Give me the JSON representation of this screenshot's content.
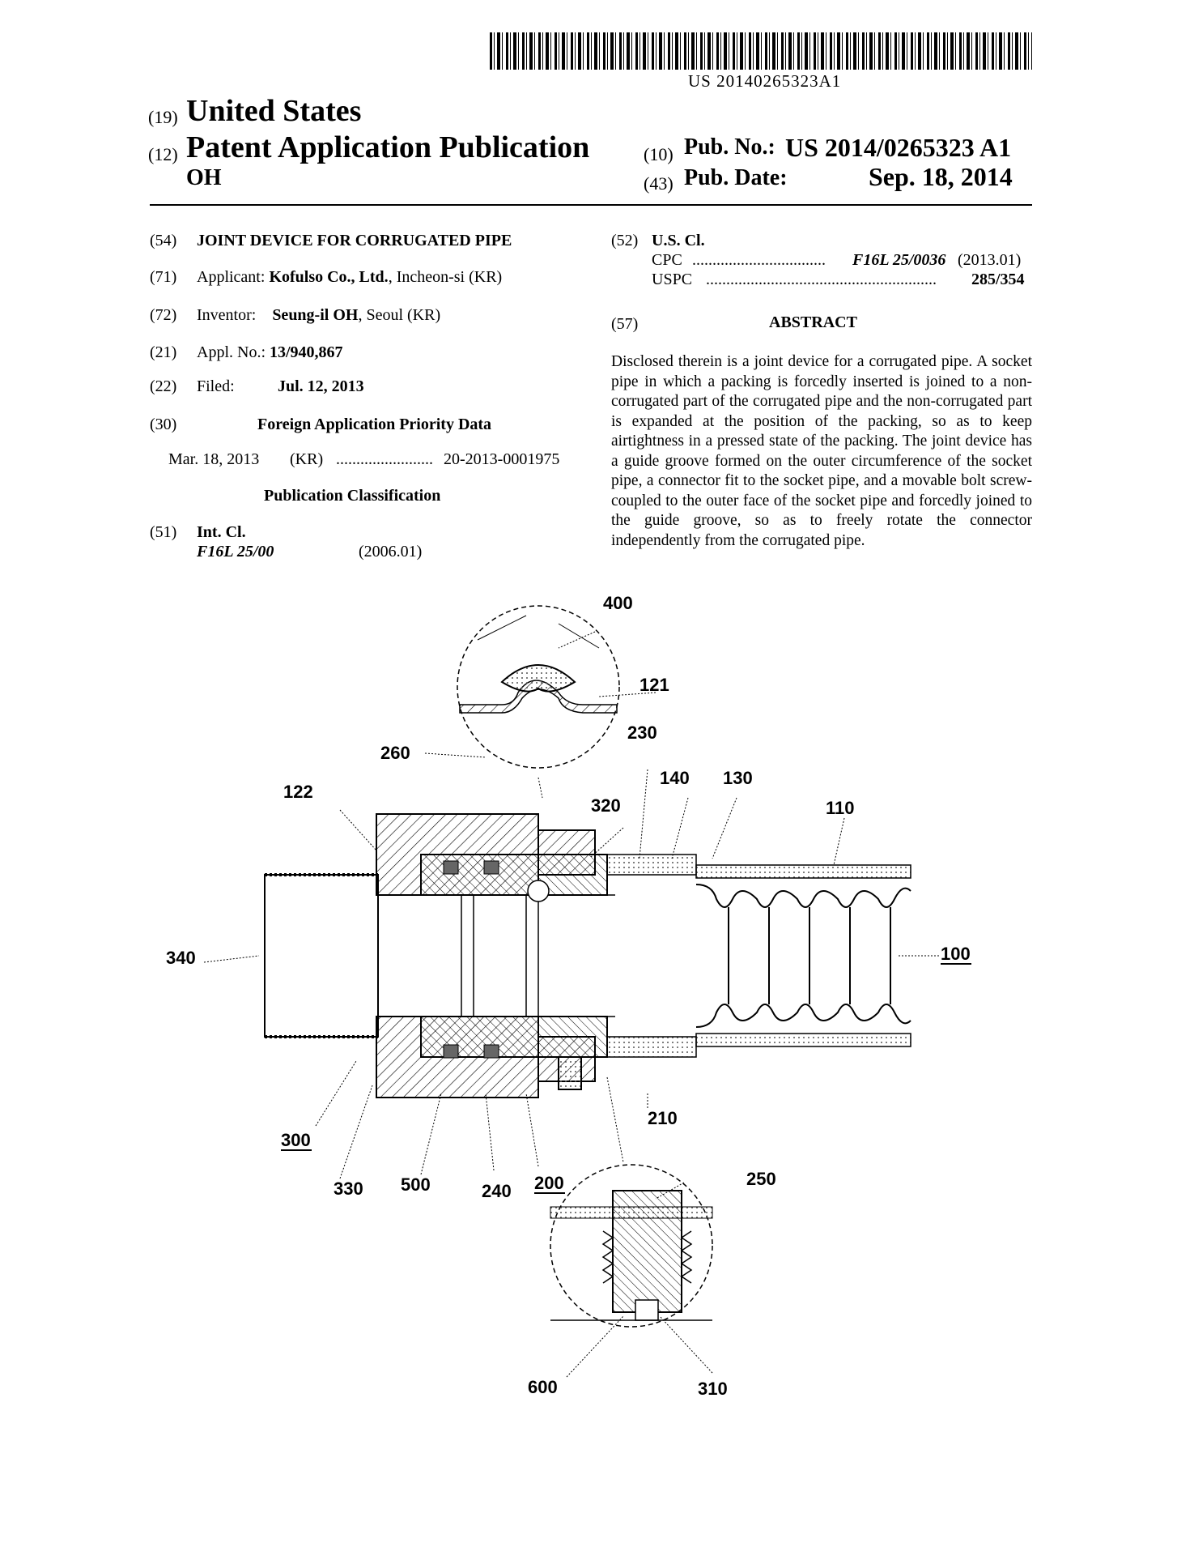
{
  "header": {
    "barcode_number": "US 20140265323A1",
    "country_code": "(19)",
    "country": "United States",
    "type_code": "(12)",
    "type": "Patent Application Publication",
    "inventor_name": "OH",
    "pubno_code": "(10)",
    "pubno_label": "Pub. No.:",
    "pubno_value": "US 2014/0265323 A1",
    "pubdate_code": "(43)",
    "pubdate_label": "Pub. Date:",
    "pubdate_value": "Sep. 18, 2014"
  },
  "left": {
    "title_code": "(54)",
    "title": "JOINT DEVICE FOR CORRUGATED PIPE",
    "applicant_code": "(71)",
    "applicant_label": "Applicant:",
    "applicant_name": "Kofulso Co., Ltd.",
    "applicant_loc": ", Incheon-si (KR)",
    "inventor_code": "(72)",
    "inventor_label": "Inventor:",
    "inventor_name": "Seung-il OH",
    "inventor_loc": ", Seoul (KR)",
    "appl_code": "(21)",
    "appl_label": "Appl. No.:",
    "appl_value": "13/940,867",
    "filed_code": "(22)",
    "filed_label": "Filed:",
    "filed_value": "Jul. 12, 2013",
    "foreign_code": "(30)",
    "foreign_heading": "Foreign Application Priority Data",
    "priority_date": "Mar. 18, 2013",
    "priority_country": "(KR)",
    "priority_dots": "........................",
    "priority_number": "20-2013-0001975",
    "pubclass_heading": "Publication Classification",
    "intcl_code": "(51)",
    "intcl_label": "Int. Cl.",
    "intcl_class": "F16L 25/00",
    "intcl_year": "(2006.01)"
  },
  "right": {
    "uscl_code": "(52)",
    "uscl_label": "U.S. Cl.",
    "cpc_label": "CPC",
    "cpc_dots": ".................................",
    "cpc_class": "F16L 25/0036",
    "cpc_year": "(2013.01)",
    "uspc_label": "USPC",
    "uspc_dots": ".........................................................",
    "uspc_value": "285/354",
    "abstract_code": "(57)",
    "abstract_heading": "ABSTRACT",
    "abstract_text": "Disclosed therein is a joint device for a corrugated pipe. A socket pipe in which a packing is forcedly inserted is joined to a non-corrugated part of the corrugated pipe and the non-corrugated part is expanded at the position of the packing, so as to keep airtightness in a pressed state of the packing. The joint device has a guide groove formed on the outer circumference of the socket pipe, a connector fit to the socket pipe, and a movable bolt screw-coupled to the outer face of the socket pipe and forcedly joined to the guide groove, so as to freely rotate the connector independently from the corrugated pipe."
  },
  "figure": {
    "labels": {
      "l400": "400",
      "l121": "121",
      "l260": "260",
      "l230": "230",
      "l140": "140",
      "l130": "130",
      "l122": "122",
      "l320": "320",
      "l110": "110",
      "l340": "340",
      "l100": "100",
      "l210": "210",
      "l300": "300",
      "l330": "330",
      "l500": "500",
      "l240": "240",
      "l200": "200",
      "l250": "250",
      "l600": "600",
      "l310": "310"
    }
  }
}
